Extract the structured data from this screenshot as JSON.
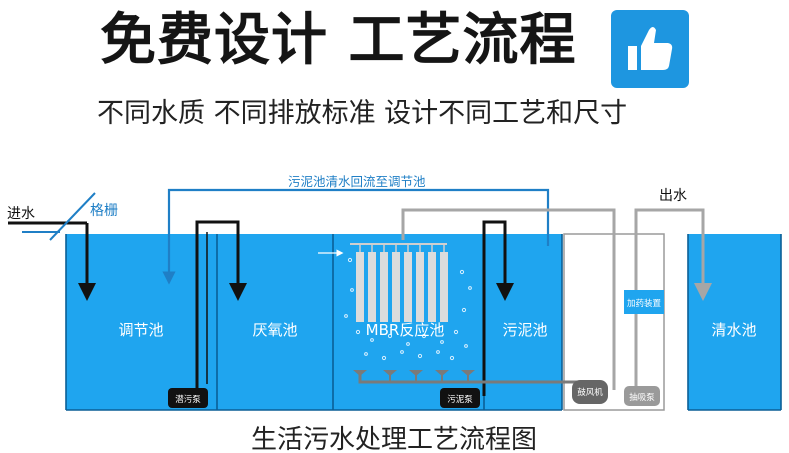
{
  "header": {
    "title": "免费设计  工艺流程",
    "subtitle": "不同水质  不同排放标准  设计不同工艺和尺寸",
    "icon": "thumbs-up-icon",
    "icon_bg": "#1e96e0"
  },
  "diagram": {
    "title": "生活污水处理工艺流程图",
    "inlet_label": "进水",
    "screen_label": "格栅",
    "outlet_label": "出水",
    "return_label": "污泥池清水回流至调节池",
    "tanks": {
      "regulating": "调节池",
      "anoxic": "厌氧池",
      "mbr": "MBR反应池",
      "sludge": "污泥池",
      "clear": "清水池"
    },
    "equipment": {
      "submersible_pump": "潜污泵",
      "sludge_pump": "污泥泵",
      "blower": "鼓风机",
      "suction_pump": "抽吸泵",
      "dosing": "加药装置"
    },
    "colors": {
      "water": "#1fa5ef",
      "tank_line": "#0b5f96",
      "return_pipe": "#1f7fc6",
      "gray_pipe": "#a6a6a6",
      "membrane": "#dcdcdc",
      "dark_pipe": "#111111"
    }
  }
}
